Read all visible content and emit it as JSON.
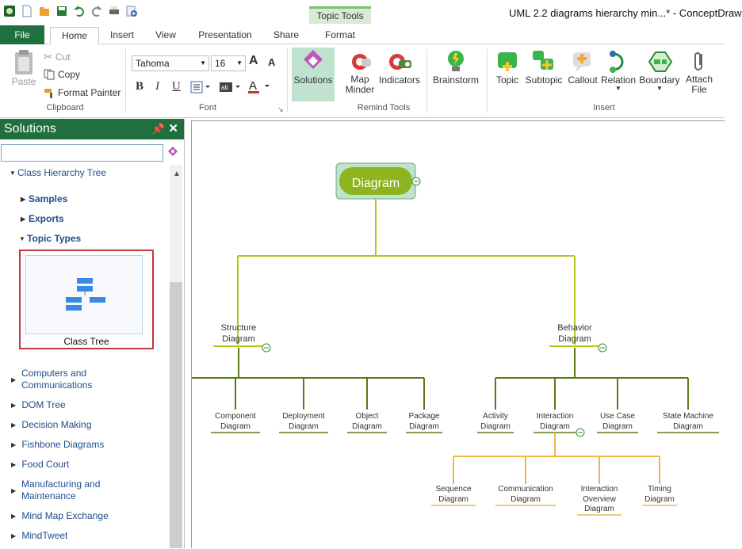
{
  "window": {
    "title": "UML 2.2 diagrams hierarchy min...* - ConceptDraw"
  },
  "context_group": "Topic Tools",
  "tabs": [
    "File",
    "Home",
    "Insert",
    "View",
    "Presentation",
    "Share",
    "Format"
  ],
  "clipboard": {
    "paste": "Paste",
    "cut": "Cut",
    "copy": "Copy",
    "format_painter": "Format Painter",
    "group": "Clipboard"
  },
  "font": {
    "family": "Tahoma",
    "size": "16",
    "group": "Font",
    "bold": "B",
    "italic": "I",
    "underline": "U",
    "grow": "A",
    "shrink": "A",
    "color_letter": "A",
    "highlight": "ab"
  },
  "remind": {
    "solutions": "Solutions",
    "map_minder_1": "Map",
    "map_minder_2": "Minder",
    "indicators": "Indicators",
    "group": "Remind Tools"
  },
  "brainstorm": "Brainstorm",
  "insert": {
    "topic": "Topic",
    "subtopic": "Subtopic",
    "callout": "Callout",
    "relation": "Relation",
    "boundary": "Boundary",
    "attach_1": "Attach",
    "attach_2": "File",
    "group": "Insert"
  },
  "panel": {
    "title": "Solutions",
    "search_value": "",
    "tree_top": "Class Hierarchy Tree",
    "sub_items": [
      "Samples",
      "Exports",
      "Topic Types"
    ],
    "thumb_label": "Class Tree",
    "solutions": [
      "Computers and",
      "Communications",
      "DOM Tree",
      "Decision Making",
      "Fishbone Diagrams",
      "Food Court",
      "Manufacturing and",
      "Maintenance",
      "Mind Map Exchange",
      "MindTweet"
    ]
  },
  "mindmap": {
    "root": "Diagram",
    "structure": [
      "Structure",
      "Diagram"
    ],
    "behavior": [
      "Behavior",
      "Diagram"
    ],
    "structure_children": [
      [
        "Component",
        "Diagram"
      ],
      [
        "Deployment",
        "Diagram"
      ],
      [
        "Object",
        "Diagram"
      ],
      [
        "Package",
        "Diagram"
      ]
    ],
    "behavior_children": [
      [
        "Activity",
        "Diagram"
      ],
      [
        "Interaction",
        "Diagram"
      ],
      [
        "Use Case",
        "Diagram"
      ],
      [
        "State Machine",
        "Diagram"
      ]
    ],
    "interaction_children": [
      [
        "Sequence",
        "Diagram"
      ],
      [
        "Communication",
        "Diagram"
      ],
      [
        "Interaction",
        "Overview",
        "Diagram"
      ],
      [
        "Timing",
        "Diagram"
      ]
    ]
  },
  "colors": {
    "brand": "#1f6f3f",
    "root_fill": "#8db51f",
    "root_bg": "#bfe3cf",
    "line_yellow": "#b8c41a",
    "line_green": "#5a7a1a",
    "line_orange": "#f0b84a",
    "selected": "#c0393b"
  }
}
